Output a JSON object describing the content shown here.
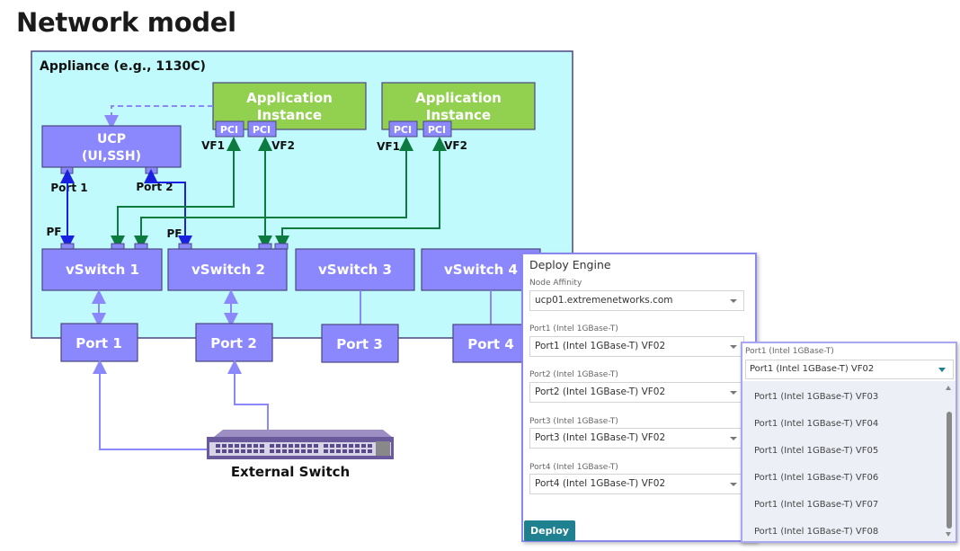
{
  "title": "Network model",
  "diagram": {
    "appliance_label": "Appliance (e.g., 1130C)",
    "app_instances": [
      {
        "label_line1": "Application",
        "label_line2": "Instance",
        "pci": [
          "PCI",
          "PCI"
        ],
        "vf": [
          "VF1",
          "VF2"
        ]
      },
      {
        "label_line1": "Application",
        "label_line2": "Instance",
        "pci": [
          "PCI",
          "PCI"
        ],
        "vf": [
          "VF1",
          "VF2"
        ]
      }
    ],
    "ucp": {
      "line1": "UCP",
      "line2": "(UI,SSH)",
      "ports": [
        "Port 1",
        "Port 2"
      ]
    },
    "pf_labels": [
      "PF",
      "PF"
    ],
    "vswitches": [
      "vSwitch 1",
      "vSwitch 2",
      "vSwitch 3",
      "vSwitch 4"
    ],
    "ports": [
      "Port 1",
      "Port 2",
      "Port 3",
      "Port 4"
    ],
    "external_switch": "External Switch",
    "colors": {
      "appliance_bg": "#c0fafc",
      "node_fill": "#8a88fc",
      "node_border": "#4a4880",
      "app_fill": "#92d050",
      "green_link": "#0d7a40",
      "blue_link": "#1a20e0",
      "light_link": "#8a88fc"
    }
  },
  "deploy_panel": {
    "title": "Deploy Engine",
    "fields": [
      {
        "label": "Node Affinity",
        "value": "ucp01.extremenetworks.com"
      },
      {
        "label": "Port1 (Intel 1GBase-T)",
        "value": "Port1 (Intel 1GBase-T) VF02"
      },
      {
        "label": "Port2 (Intel 1GBase-T)",
        "value": "Port2 (Intel 1GBase-T) VF02"
      },
      {
        "label": "Port3 (Intel 1GBase-T)",
        "value": "Port3 (Intel 1GBase-T) VF02"
      },
      {
        "label": "Port4 (Intel 1GBase-T)",
        "value": "Port4 (Intel 1GBase-T) VF02"
      }
    ],
    "deploy_button": "Deploy"
  },
  "dropdown": {
    "label": "Port1 (Intel 1GBase-T)",
    "selected": "Port1 (Intel 1GBase-T) VF02",
    "options": [
      "Port1 (Intel 1GBase-T) VF03",
      "Port1 (Intel 1GBase-T) VF04",
      "Port1 (Intel 1GBase-T) VF05",
      "Port1 (Intel 1GBase-T) VF06",
      "Port1 (Intel 1GBase-T) VF07",
      "Port1 (Intel 1GBase-T) VF08"
    ]
  }
}
